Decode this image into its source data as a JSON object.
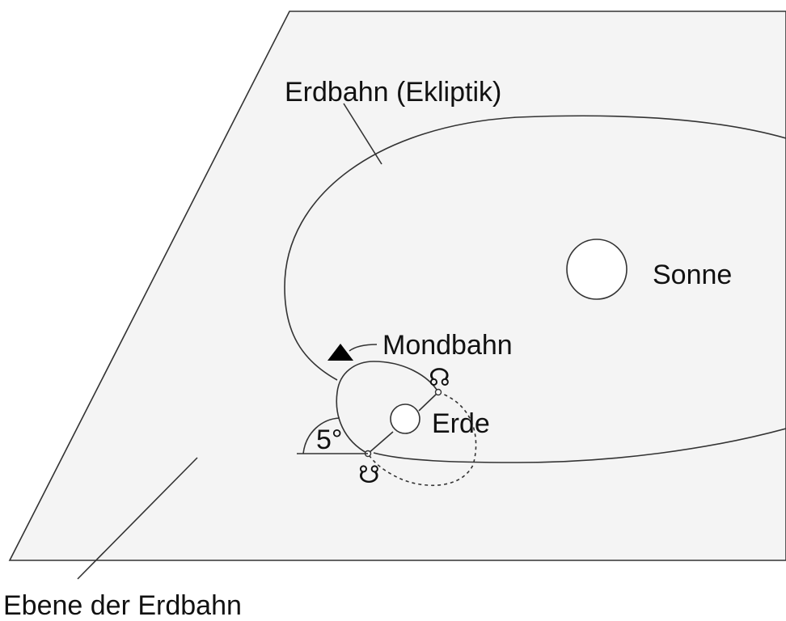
{
  "labels": {
    "ecliptic": "Erdbahn (Ekliptik)",
    "sun": "Sonne",
    "moon_orbit": "Mondbahn",
    "earth": "Erde",
    "inclination": "5°",
    "plane": "Ebene der Erdbahn"
  },
  "symbols": {
    "ascending_node": "☊",
    "descending_node": "☋",
    "moon_marker": "▲"
  },
  "colors": {
    "plane_fill": "#f4f4f4",
    "line": "#333333",
    "marker": "#000000"
  }
}
